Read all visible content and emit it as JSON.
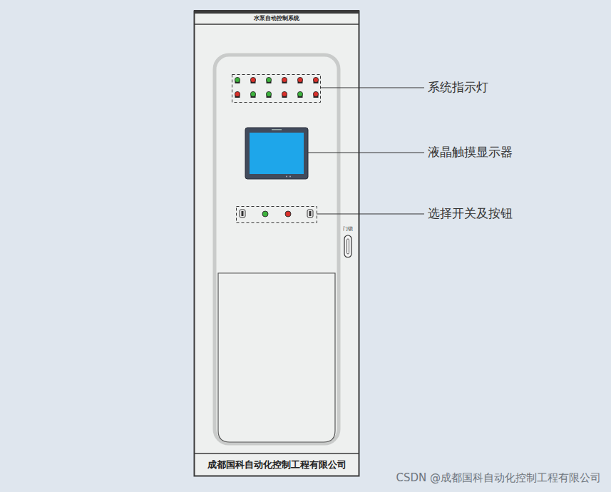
{
  "diagram": {
    "labels": [
      "水泵自动控制系统",
      "系统指示灯",
      "液晶触摸显示器",
      "门锁",
      "选择开关及按钮",
      "成都国科自动化控制工程有限公司",
      "CSDN @成都国科自动化控制工程有限公司"
    ]
  }
}
